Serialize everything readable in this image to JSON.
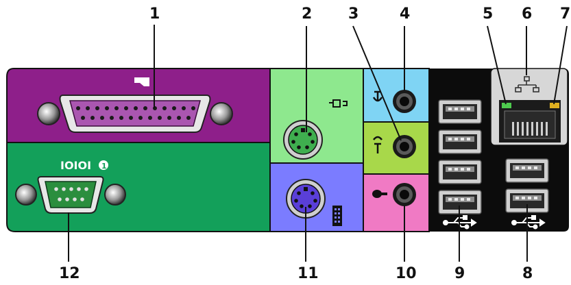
{
  "diagram": {
    "callouts": {
      "c1": "1",
      "c2": "2",
      "c3": "3",
      "c4": "4",
      "c5": "5",
      "c6": "6",
      "c7": "7",
      "c8": "8",
      "c9": "9",
      "c10": "10",
      "c11": "11",
      "c12": "12"
    },
    "serial_symbol_text": "IOIOI",
    "serial_symbol_number": "1",
    "colors": {
      "parallel_panel": "#8e1f8a",
      "serial_panel": "#13a05a",
      "mouse_panel": "#8ee88e",
      "keyboard_panel": "#7b7cff",
      "line_in_panel": "#7fd4f4",
      "line_out_panel": "#a8d84a",
      "mic_panel": "#f07ac4",
      "usb_panel": "#0c0c0c",
      "network_panel": "#d7d7d7"
    }
  }
}
